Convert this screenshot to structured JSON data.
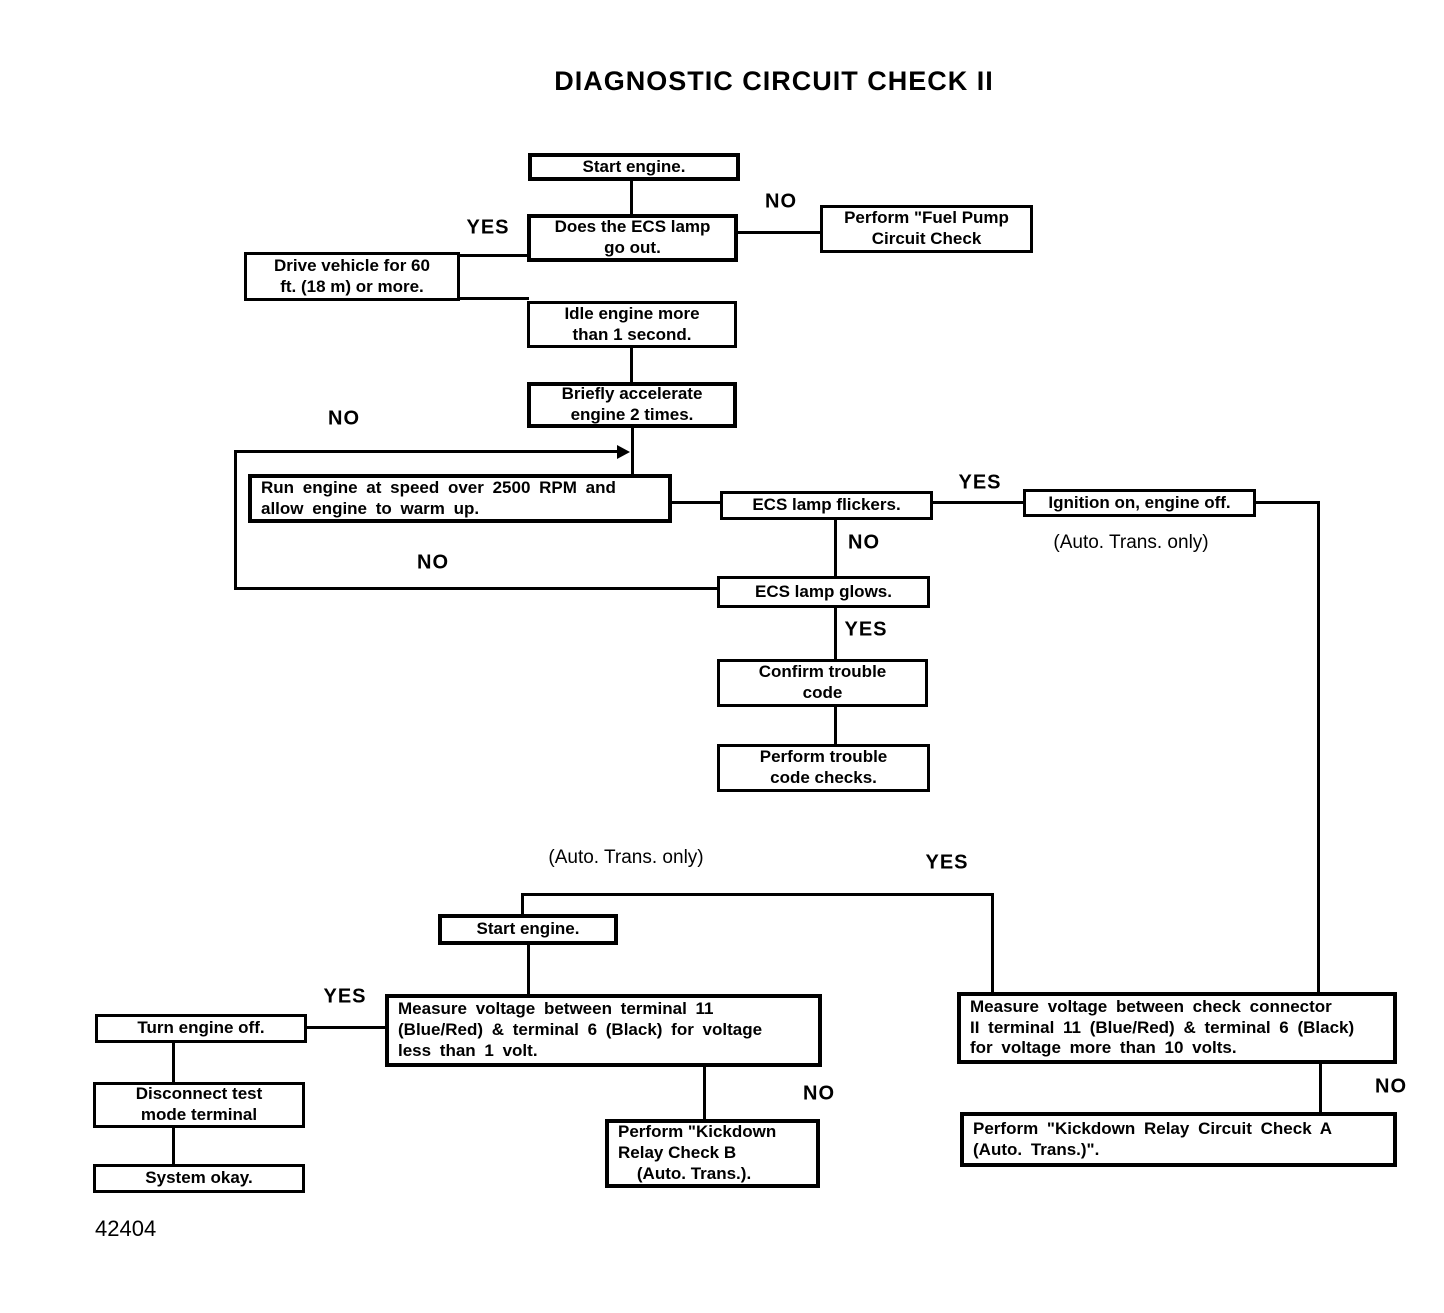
{
  "title": "DIAGNOSTIC CIRCUIT CHECK II",
  "figure_number": "42404",
  "diagram_type": "flowchart",
  "ink_color": "#000000",
  "background_color": "#ffffff",
  "nodes": {
    "start_engine_top": {
      "label": "Start engine."
    },
    "ecs_lamp_go_out": {
      "label": "Does the ECS lamp\ngo out."
    },
    "fuel_pump_check": {
      "label": "Perform \"Fuel Pump\nCircuit Check"
    },
    "drive_vehicle": {
      "label": "Drive vehicle for 60\nft. (18 m) or more."
    },
    "idle_engine": {
      "label": "Idle engine more\nthan 1 second."
    },
    "briefly_accelerate": {
      "label": "Briefly accelerate\nengine 2 times."
    },
    "run_engine": {
      "label": "Run engine at speed over 2500 RPM and\nallow engine to warm up."
    },
    "ecs_lamp_flickers": {
      "label": "ECS lamp flickers."
    },
    "ignition_on": {
      "label": "Ignition on, engine off."
    },
    "ecs_lamp_glows": {
      "label": "ECS lamp glows."
    },
    "confirm_trouble_code": {
      "label": "Confirm trouble\ncode"
    },
    "perform_trouble_code_checks": {
      "label": "Perform trouble\ncode checks."
    },
    "start_engine_lower": {
      "label": "Start engine."
    },
    "measure_voltage_low": {
      "label": "Measure voltage between terminal 11\n(Blue/Red) & terminal 6 (Black) for voltage\nless than 1 volt."
    },
    "measure_voltage_high": {
      "label": "Measure voltage between check connector\nII terminal 11 (Blue/Red) & terminal 6 (Black)\nfor voltage more than 10 volts."
    },
    "turn_engine_off": {
      "label": "Turn engine off."
    },
    "disconnect_test_mode": {
      "label": "Disconnect test\nmode terminal"
    },
    "system_okay": {
      "label": "System okay."
    },
    "kickdown_relay_b": {
      "label": "Perform \"Kickdown\nRelay Check B\n    (Auto. Trans.)."
    },
    "kickdown_relay_a": {
      "label": "Perform \"Kickdown Relay Circuit Check A\n(Auto. Trans.)\"."
    }
  },
  "edge_labels": {
    "yes_go_out": "YES",
    "no_go_out": "NO",
    "no_loop_top": "NO",
    "no_loop_bottom": "NO",
    "yes_flickers": "YES",
    "no_flickers": "NO",
    "yes_glows": "YES",
    "yes_measure_high": "YES",
    "yes_measure_low": "YES",
    "no_measure_low": "NO",
    "no_measure_high": "NO"
  },
  "annotations": {
    "auto_trans_upper": "(Auto. Trans. only)",
    "auto_trans_lower": "(Auto. Trans. only)"
  }
}
